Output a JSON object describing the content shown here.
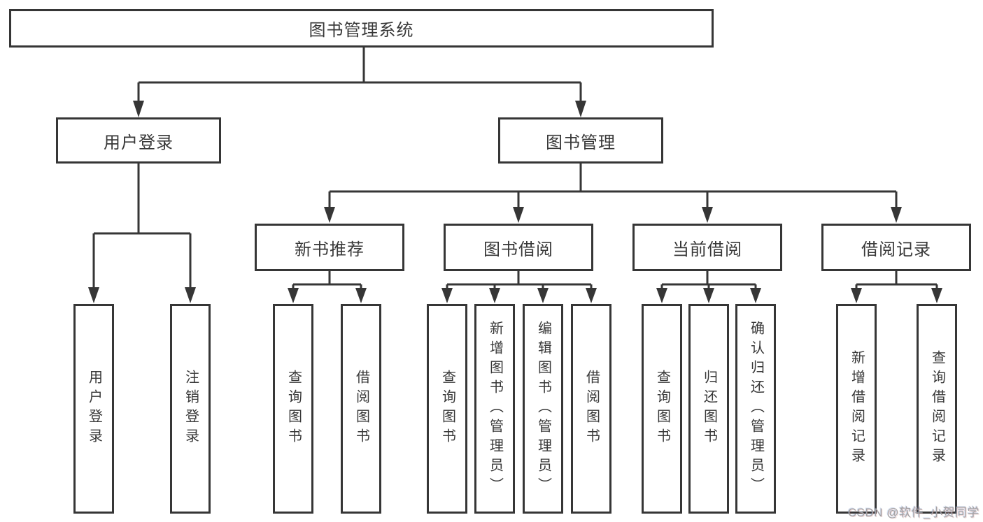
{
  "tree": {
    "label": "图书管理系统",
    "children": [
      {
        "label": "用户登录",
        "children": [
          {
            "label": "用户登录"
          },
          {
            "label": "注销登录"
          }
        ]
      },
      {
        "label": "图书管理",
        "children": [
          {
            "label": "新书推荐",
            "children": [
              {
                "label": "查询图书"
              },
              {
                "label": "借阅图书"
              }
            ]
          },
          {
            "label": "图书借阅",
            "children": [
              {
                "label": "查询图书"
              },
              {
                "label": "新增图书（管理员）"
              },
              {
                "label": "编辑图书（管理员）"
              },
              {
                "label": "借阅图书"
              }
            ]
          },
          {
            "label": "当前借阅",
            "children": [
              {
                "label": "查询图书"
              },
              {
                "label": "归还图书"
              },
              {
                "label": "确认归还（管理员）"
              }
            ]
          },
          {
            "label": "借阅记录",
            "children": [
              {
                "label": "新增借阅记录"
              },
              {
                "label": "查询借阅记录"
              }
            ]
          }
        ]
      }
    ]
  },
  "watermark": {
    "text": "CSDN @软件_小贺同学",
    "color": "#a2a2a4"
  },
  "colors": {
    "line": "#363636",
    "box_border": "#363636",
    "text": "#383838",
    "background": "#ffffff"
  }
}
